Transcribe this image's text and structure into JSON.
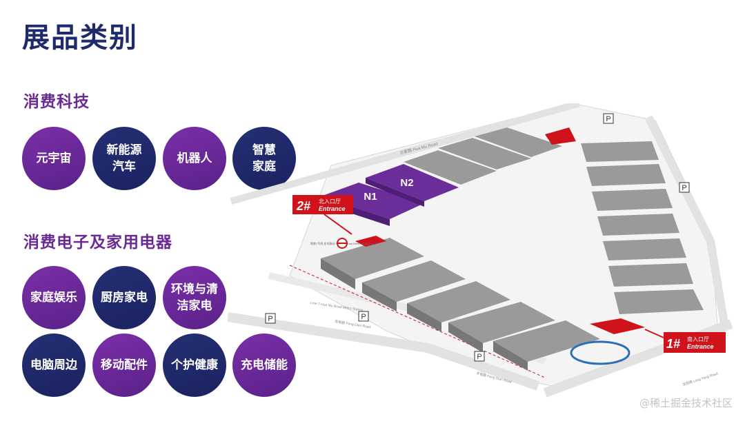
{
  "title": "展品类别",
  "sections": [
    {
      "heading": "消费科技",
      "items": [
        "元宇宙",
        "新能源\n汽车",
        "机器人",
        "智慧\n家庭"
      ]
    },
    {
      "heading": "消费电子及家用电器",
      "items": [
        "家庭娱乐",
        "厨房家电",
        "环境与清\n洁家电",
        "电脑周边",
        "移动配件",
        "个护健康",
        "充电储能"
      ]
    }
  ],
  "map": {
    "hall_n1": "N1",
    "hall_n2": "N2",
    "entrance2_num": "2#",
    "entrance2_cn": "北入口厅",
    "entrance2_en": "Entrance",
    "entrance1_num": "1#",
    "entrance1_cn": "南入口厅",
    "entrance1_en": "Entrance",
    "parking": "P",
    "road_north": "北翟路 Hua Mu Road",
    "road_middle": "Line 7 Hua Mu Road Metro Station",
    "road_south": "芳甸路 Fang Dian Road",
    "road_south2": "芳甸路 Fang Dian Road",
    "road_east": "龙阳路 Long Yang Road",
    "metro_label": "地铁7号线 花木路站 Hua Mu Road Metro Station Line 7"
  },
  "watermark": "@稀土掘金技术社区",
  "colors": {
    "purple": "#6a2a94",
    "navy": "#1f2a6b",
    "red": "#d0121b",
    "hall_gray": "#9a9a9a",
    "hall_purple": "#6b2d9a"
  }
}
